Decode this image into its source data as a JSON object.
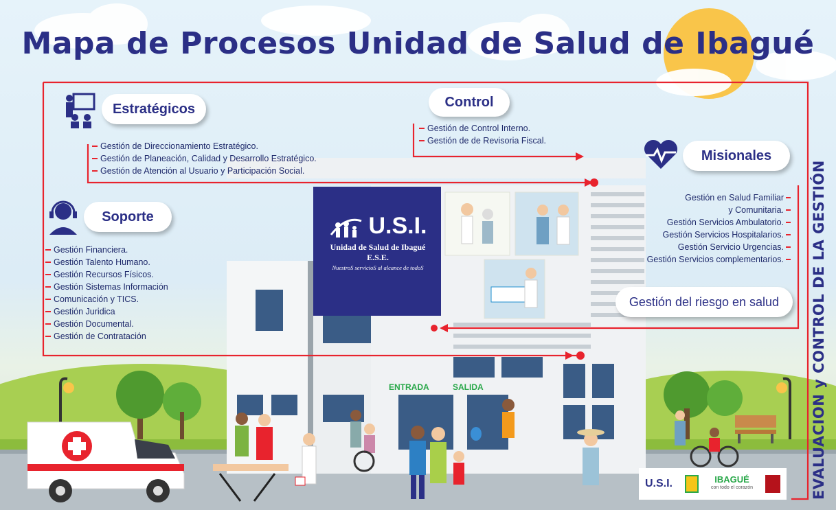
{
  "title": "Mapa de Procesos Unidad de Salud de Ibagué",
  "side_label": "EVALUACION y CONTROL DE LA GESTIÓN",
  "sections": {
    "estrategicos": {
      "label": "Estratégicos",
      "items": [
        "Gestión de Direccionamiento Estratégico.",
        "Gestión de Planeación, Calidad y Desarrollo Estratégico.",
        "Gestión de Atención al Usuario y Participación Social."
      ]
    },
    "control": {
      "label": "Control",
      "items": [
        "Gestión de Control Interno.",
        "Gestión de de Revisoria Fiscal."
      ]
    },
    "misionales": {
      "label": "Misionales",
      "items": [
        "Gestión en Salud Familiar",
        "y Comunitaria.",
        "Gestión Servicios Ambulatorio.",
        "Gestión Servicios Hospitalarios.",
        "Gestión Servicio Urgencias.",
        "Gestión Servicios complementarios."
      ]
    },
    "soporte": {
      "label": "Soporte",
      "items": [
        "Gestión Financiera.",
        "Gestión Talento Humano.",
        "Gestión Recursos Físicos.",
        "Gestión Sistemas Información",
        "Comunicación y TICS.",
        "Gestión Juridica",
        "Gestión Documental.",
        "Gestión de Contratación"
      ]
    },
    "riesgo": {
      "label": "Gestión del riesgo en salud"
    }
  },
  "building_sign": {
    "logo": "U.S.I.",
    "name": "Unidad de Salud de Ibagué",
    "ese": "E.S.E.",
    "slogan": "NuestroS servicioS al alcance de todoS"
  },
  "doors": {
    "entrada": "ENTRADA",
    "salida": "SALIDA"
  },
  "footer_logos": {
    "usi": "U.S.I.",
    "iba": "IBAGUÉ",
    "iba_sub": "con todo el corazón"
  },
  "colors": {
    "navy": "#2b2f86",
    "red": "#e8232d",
    "green": "#2aa84a"
  }
}
